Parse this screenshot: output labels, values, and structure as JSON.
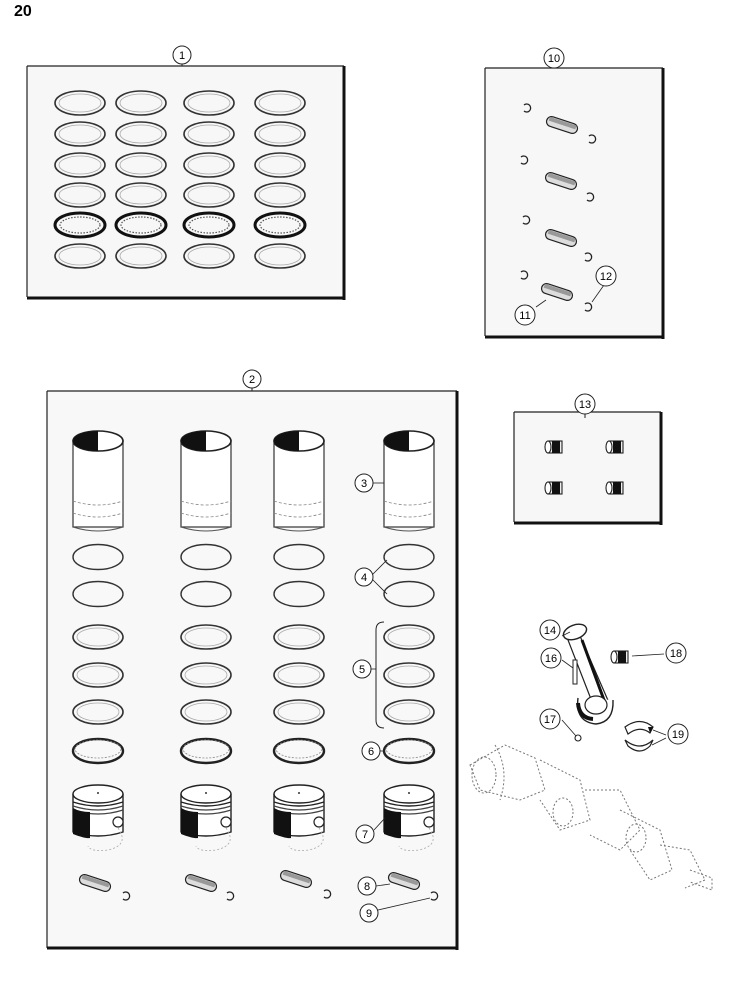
{
  "page_number": "20",
  "callouts": {
    "c1": "1",
    "c2": "2",
    "c3": "3",
    "c4": "4",
    "c5": "5",
    "c6": "6",
    "c7": "7",
    "c8": "8",
    "c9": "9",
    "c10": "10",
    "c11": "11",
    "c12": "12",
    "c13": "13",
    "c14": "14",
    "c16": "16",
    "c17": "17",
    "c18": "18",
    "c19": "19"
  }
}
